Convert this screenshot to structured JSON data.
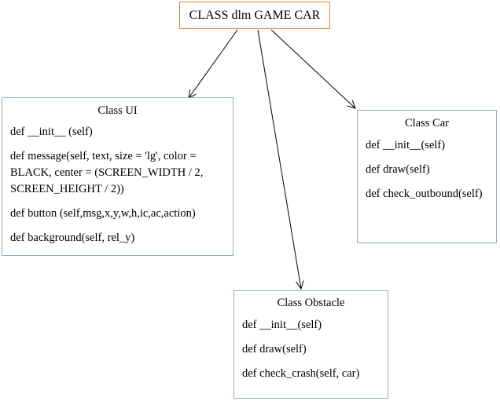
{
  "root": {
    "label": "CLASS dlm GAME CAR"
  },
  "classes": {
    "ui": {
      "title": "Class UI",
      "methods": [
        "def __init__ (self)",
        "def message(self, text, size = 'lg', color = BLACK, center = (SCREEN_WIDTH / 2, SCREEN_HEIGHT  / 2))",
        "def button (self,msg,x,y,w,h,ic,ac,action)",
        "def background(self, rel_y)"
      ]
    },
    "car": {
      "title": "Class Car",
      "methods": [
        "def __init__(self)",
        "def draw(self)",
        "def check_outbound(self)"
      ]
    },
    "obstacle": {
      "title": "Class Obstacle",
      "methods": [
        "def __init__(self)",
        "def draw(self)",
        "def check_crash(self, car)"
      ]
    }
  },
  "colors": {
    "root_border": "#e0803c",
    "class_border": "#8faacb",
    "arrow": "#000000"
  }
}
